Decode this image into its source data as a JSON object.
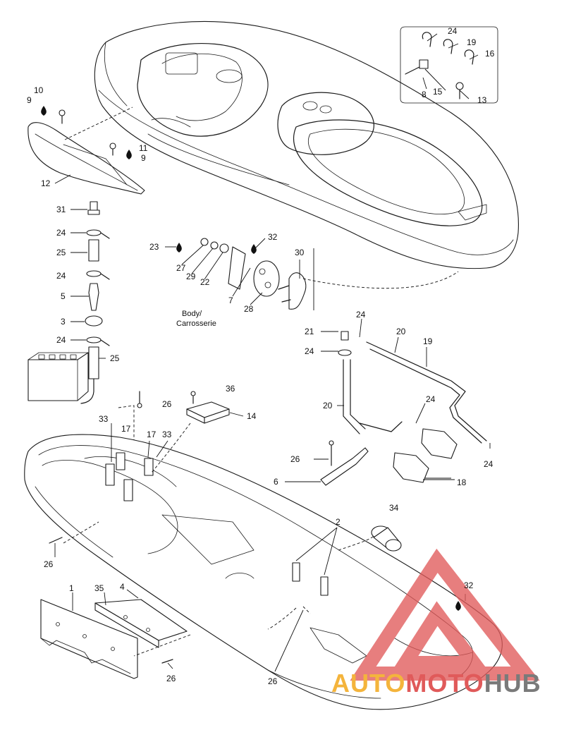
{
  "callouts": {
    "c1": "1",
    "c2": "2",
    "c3": "3",
    "c4": "4",
    "c5": "5",
    "c6": "6",
    "c7": "7",
    "c8": "8",
    "c9a": "9",
    "c9b": "9",
    "c10": "10",
    "c11": "11",
    "c12": "12",
    "c13": "13",
    "c14": "14",
    "c15": "15",
    "c16": "16",
    "c17a": "17",
    "c17b": "17",
    "c18": "18",
    "c19a": "19",
    "c19b": "19",
    "c20a": "20",
    "c20b": "20",
    "c21": "21",
    "c22": "22",
    "c23": "23",
    "c24a": "24",
    "c24b": "24",
    "c24c": "24",
    "c24d": "24",
    "c24e": "24",
    "c24f": "24",
    "c24g": "24",
    "c24h": "24",
    "c25a": "25",
    "c25b": "25",
    "c26a": "26",
    "c26b": "26",
    "c26c": "26",
    "c26d": "26",
    "c26e": "26",
    "c27": "27",
    "c28": "28",
    "c29": "29",
    "c30": "30",
    "c31": "31",
    "c32a": "32",
    "c32b": "32",
    "c33a": "33",
    "c33b": "33",
    "c34": "34",
    "c35": "35",
    "c36": "36"
  },
  "labels": {
    "body_line1": "Body/",
    "body_line2": "Carrosserie"
  },
  "watermark": {
    "part1": "AUTO",
    "part2": "MOTO",
    "part3": "HUB",
    "colors": {
      "part1": "#f4b43c",
      "part2": "#e05a5a",
      "part3": "#7a7a7a"
    }
  }
}
